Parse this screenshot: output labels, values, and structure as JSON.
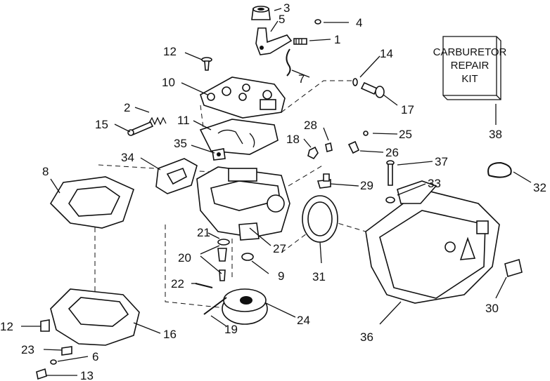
{
  "kit": {
    "line1": "CARBURETOR",
    "line2": "REPAIR",
    "line3": "KIT"
  },
  "labels": {
    "p1": "1",
    "p2": "2",
    "p3": "3",
    "p4": "4",
    "p5": "5",
    "p6": "6",
    "p7": "7",
    "p8": "8",
    "p9": "9",
    "p10": "10",
    "p11": "11",
    "p12a": "12",
    "p12b": "12",
    "p13": "13",
    "p14": "14",
    "p15": "15",
    "p16": "16",
    "p17": "17",
    "p18": "18",
    "p19": "19",
    "p20": "20",
    "p21": "21",
    "p22": "22",
    "p23": "23",
    "p24": "24",
    "p25": "25",
    "p26": "26",
    "p27": "27",
    "p28": "28",
    "p29": "29",
    "p30": "30",
    "p31": "31",
    "p32": "32",
    "p33": "33",
    "p34": "34",
    "p35": "35",
    "p36": "36",
    "p37": "37",
    "p38": "38"
  }
}
